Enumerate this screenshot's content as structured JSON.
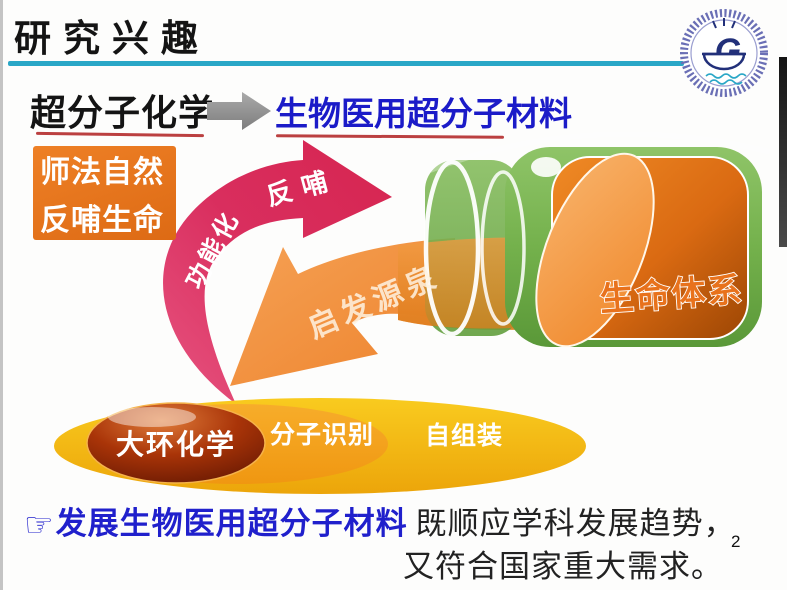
{
  "page": {
    "number": "2"
  },
  "header": {
    "title": "研究兴趣"
  },
  "logo": {
    "letter": "G"
  },
  "flow": {
    "from": "超分子化学",
    "to": "生物医用超分子材料"
  },
  "principle_box": {
    "line1": "师法自然",
    "line2": "反哺生命"
  },
  "pink_arrow": {
    "label_part1": "功能化",
    "label_part2": "反哺"
  },
  "orange_arrow": {
    "label": "启发源泉"
  },
  "jar": {
    "label": "生命体系"
  },
  "foundation": {
    "inner": "大环化学",
    "middle": "分子识别",
    "outer": "自组装"
  },
  "footer": {
    "pointer": "☞",
    "highlight": "发展生物医用超分子材料",
    "rest_line1": "既顺应学科发展趋势，",
    "rest_line2": "又符合国家重大需求。"
  },
  "colors": {
    "title_rule_cyan": "#2aa7c7",
    "heading_blue": "#1b1bc8",
    "underline_red": "#bb4040",
    "principle_orange": "#e4711c",
    "pink_arrow": "#d62556",
    "orange_arrow": "#f0913c",
    "bottle_green": "#6fae49",
    "content_orange": "#e1701a",
    "foundation_gold": "#f3b90e",
    "foundation_dark": "#7a2004"
  }
}
